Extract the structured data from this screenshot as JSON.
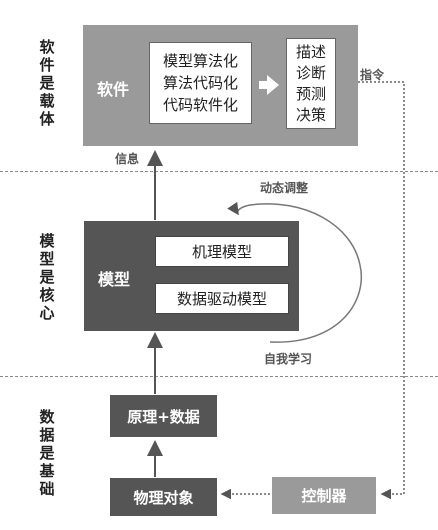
{
  "sections": {
    "software_side": "软件是载体",
    "model_side": "模型是核心",
    "data_side": "数据是基础"
  },
  "software": {
    "title": "软件",
    "lines": [
      "模型算法化",
      "算法代码化",
      "代码软件化"
    ],
    "outputs": [
      "描述",
      "诊断",
      "预测",
      "决策"
    ]
  },
  "model": {
    "title": "模型",
    "mechanism": "机理模型",
    "data_driven": "数据驱动模型"
  },
  "data_layer": {
    "principle": "原理+数据",
    "physical": "物理对象",
    "controller": "控制器"
  },
  "labels": {
    "info": "信息",
    "command": "指令",
    "dynamic_adjust": "动态调整",
    "self_learning": "自我学习"
  }
}
